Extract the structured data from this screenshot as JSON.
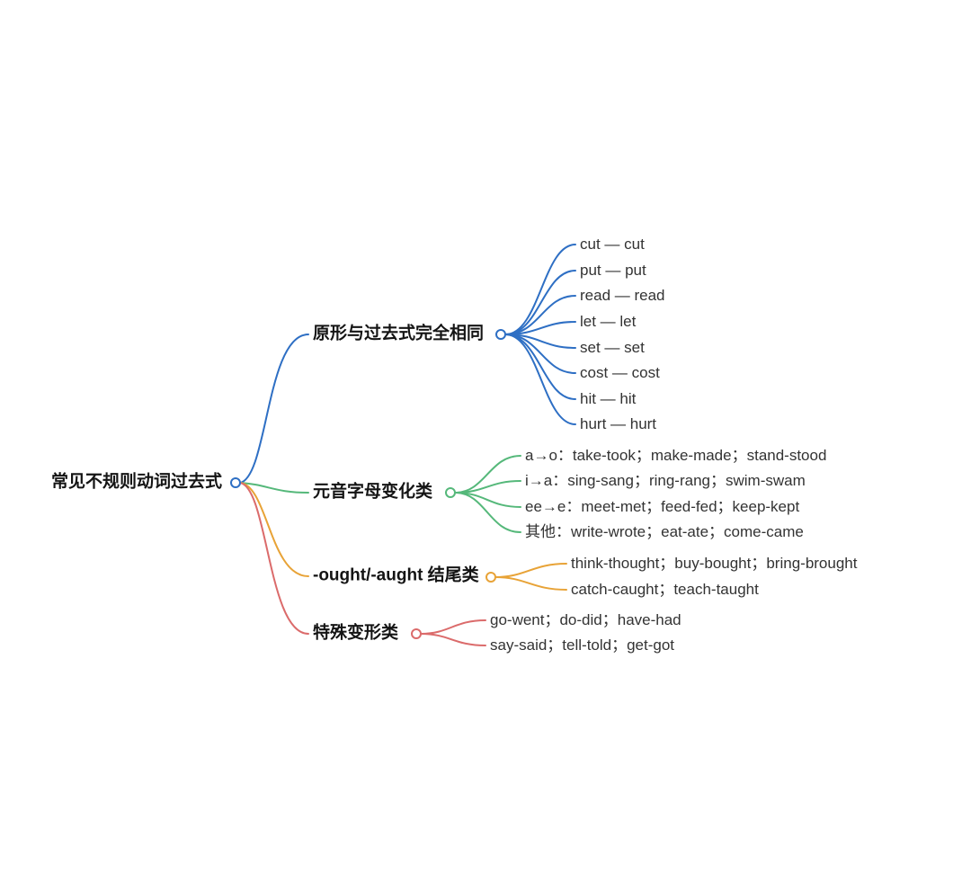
{
  "mindmap": {
    "root": {
      "label": "常见不规则动词过去式",
      "color": "#2e6fc4"
    },
    "branches": [
      {
        "label": "原形与过去式完全相同",
        "color": "#2e6fc4",
        "children": [
          "cut — cut",
          "put — put",
          "read — read",
          "let — let",
          "set — set",
          "cost — cost",
          "hit — hit",
          "hurt — hurt"
        ]
      },
      {
        "label": "元音字母变化类",
        "color": "#55b87a",
        "children": [
          "a→o：take-took；make-made；stand-stood",
          "i→a：sing-sang；ring-rang；swim-swam",
          "ee→e：meet-met；feed-fed；keep-kept",
          "其他：write-wrote；eat-ate；come-came"
        ]
      },
      {
        "label": "-ought/-aught 结尾类",
        "color": "#e8a337",
        "children": [
          "think-thought；buy-bought；bring-brought",
          "catch-caught；teach-taught"
        ]
      },
      {
        "label": "特殊变形类",
        "color": "#db6b6b",
        "children": [
          "go-went；do-did；have-had",
          "say-said；tell-told；get-got"
        ]
      }
    ]
  }
}
